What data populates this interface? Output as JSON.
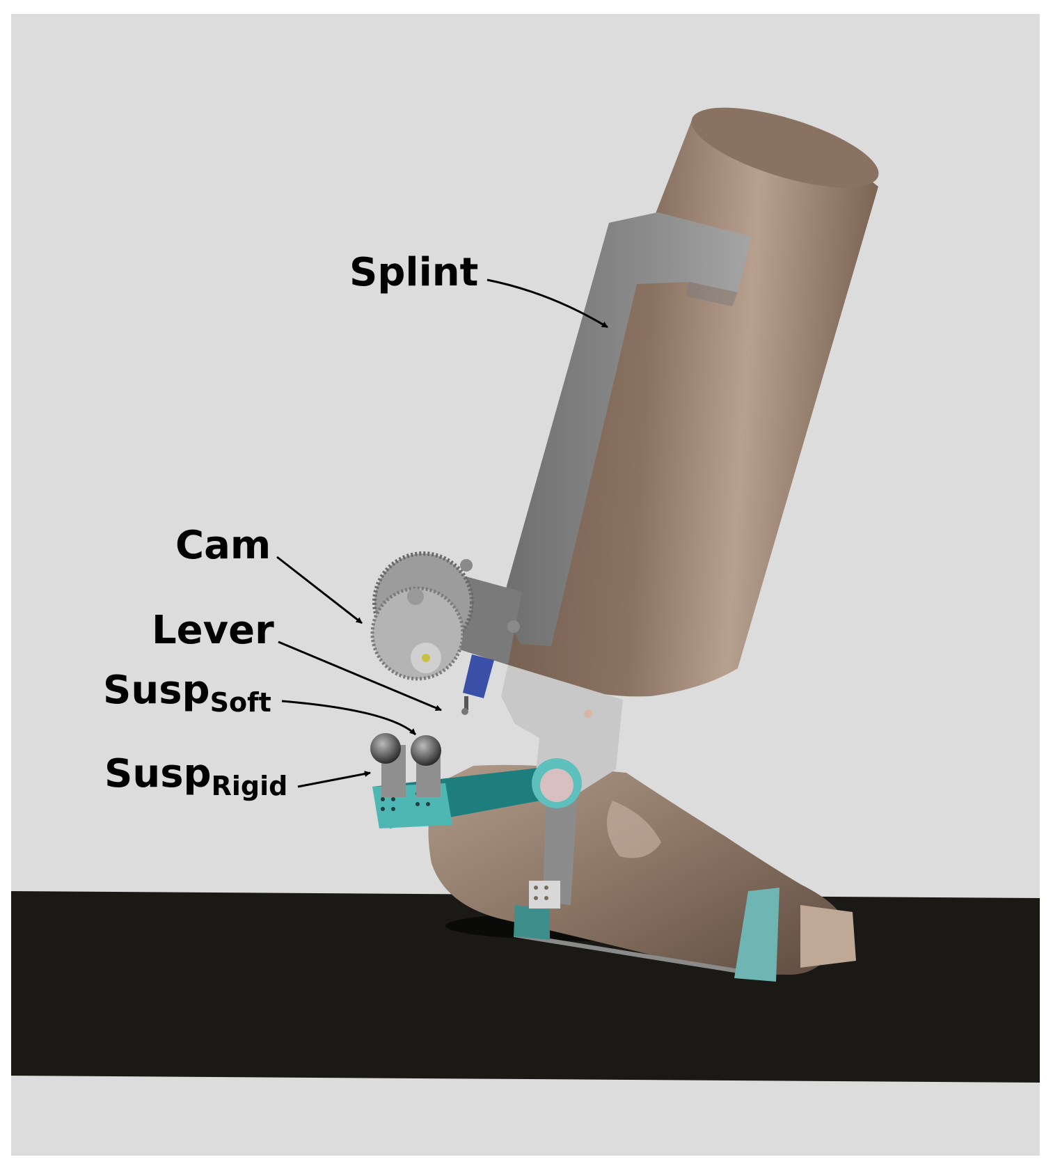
{
  "labels": {
    "splint": "Splint",
    "cam": "Cam",
    "lever": "Lever",
    "susp_soft": {
      "base": "Susp",
      "sub": "Soft"
    },
    "susp_rigid": {
      "base": "Susp",
      "sub": "Rigid"
    }
  },
  "colors": {
    "background": "#dcdcdc",
    "floor": "#1a1915",
    "leg_skin": "#a89080",
    "splint_grey": "#9a9a9a",
    "bracket_teal": "#3fa6a6",
    "gear_grey": "#a8a8a8",
    "actuator_blue": "#3a4fa8"
  }
}
